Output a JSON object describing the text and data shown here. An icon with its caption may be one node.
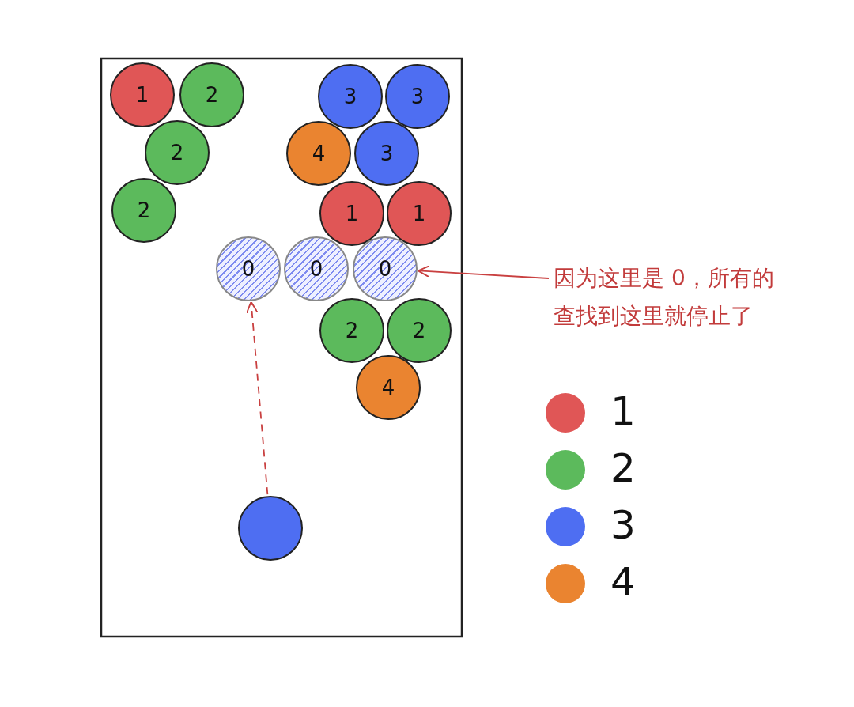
{
  "diagram": {
    "nodes": [
      {
        "text": [
          "1"
        ]
      },
      {
        "text": [
          "2"
        ]
      },
      {
        "text": [
          "2"
        ]
      },
      {
        "text": [
          "2"
        ]
      },
      {
        "text": [
          "3"
        ]
      },
      {
        "text": [
          "3"
        ]
      },
      {
        "text": [
          "4"
        ]
      },
      {
        "text": [
          "3"
        ]
      },
      {
        "text": [
          "1"
        ]
      },
      {
        "text": [
          "1"
        ]
      },
      {
        "text": [
          "0"
        ]
      },
      {
        "text": [
          "0"
        ]
      },
      {
        "text": [
          "0"
        ]
      },
      {
        "text": [
          "2"
        ]
      },
      {
        "text": [
          "2"
        ]
      },
      {
        "text": [
          "4"
        ]
      },
      {
        "text": [],
        "shape": "circle"
      },
      {
        "text": [
          "因为这里是 0，所有的查找到这里就停止了"
        ]
      }
    ],
    "edges": [
      {
        "from": 16,
        "to": 10,
        "arrow": "to",
        "style": "dashed"
      },
      {
        "from": 17,
        "to": 12,
        "arrow": "to"
      }
    ],
    "legend": [
      {
        "text": "1",
        "color": "#e05656"
      },
      {
        "text": "2",
        "color": "#5cba5c"
      },
      {
        "text": "3",
        "color": "#4e6ef2"
      },
      {
        "text": "4",
        "color": "#ea8430"
      }
    ]
  }
}
